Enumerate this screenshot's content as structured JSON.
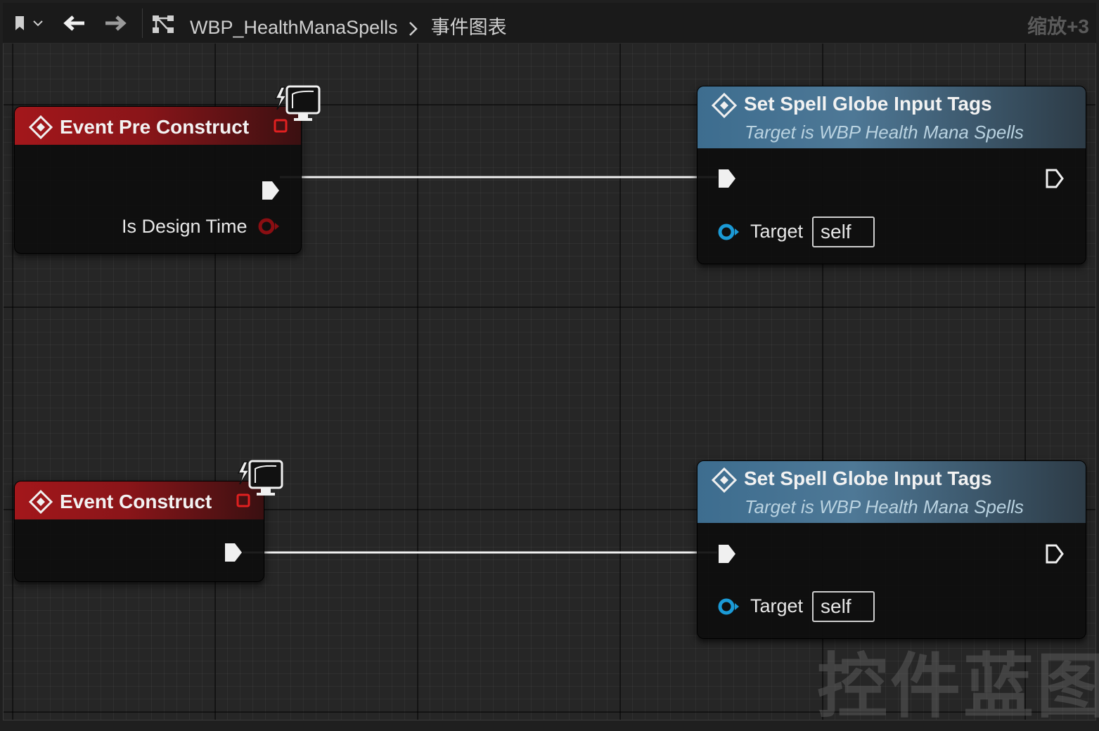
{
  "toolbar": {
    "bookmark_icon": "bookmark-icon",
    "back_icon": "arrow-left-icon",
    "forward_icon": "arrow-right-icon",
    "graph_icon": "blueprint-graph-icon",
    "breadcrumb": [
      "WBP_HealthManaSpells",
      "事件图表"
    ],
    "zoom": "缩放+3"
  },
  "watermark": "控件蓝图",
  "nodes": [
    {
      "title": "Event Pre Construct",
      "type": "event",
      "pins": {
        "exec_out": "then",
        "bool_out_label": "Is Design Time"
      }
    },
    {
      "title": "Set Spell Globe Input Tags",
      "subtitle": "Target is WBP Health Mana Spells",
      "pins": {
        "target_label": "Target",
        "target_value": "self"
      }
    },
    {
      "title": "Event Construct",
      "type": "event",
      "pins": {
        "exec_out": "then"
      }
    },
    {
      "title": "Set Spell Globe Input Tags",
      "subtitle": "Target is WBP Health Mana Spells",
      "pins": {
        "target_label": "Target",
        "target_value": "self"
      }
    }
  ],
  "colors": {
    "event_header": "#a3171b",
    "function_header": "#4e7896",
    "exec_wire": "#f0f0f0",
    "bool_pin": "#8a0e12",
    "object_pin": "#1b9ad6"
  }
}
